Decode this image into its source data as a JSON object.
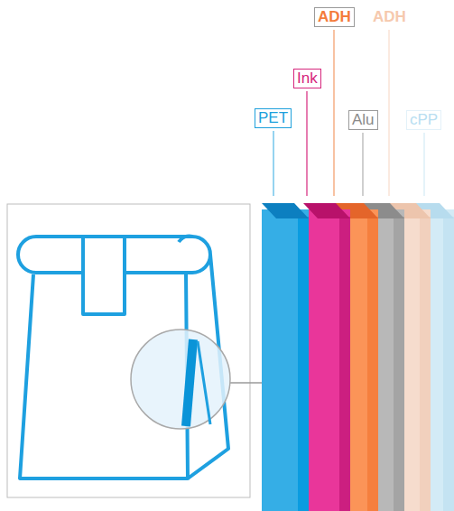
{
  "diagram": {
    "nodes": [
      {
        "text": [
          "PET"
        ]
      },
      {
        "text": [
          "Ink"
        ]
      },
      {
        "text": [
          "ADH"
        ]
      },
      {
        "text": [
          "Alu"
        ]
      },
      {
        "text": [
          "ADH"
        ]
      },
      {
        "text": [
          "cPP"
        ]
      }
    ]
  }
}
